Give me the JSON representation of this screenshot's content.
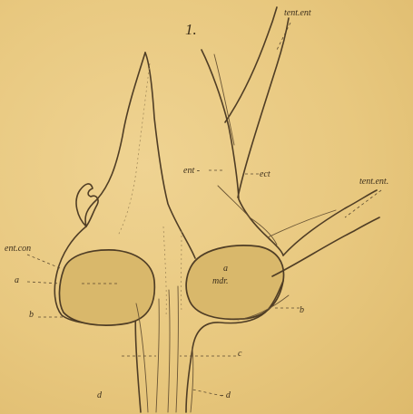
{
  "labels": {
    "figure_number": "1.",
    "tent_ent_top": "tent.ent",
    "ent": "ent -",
    "ect": "ect",
    "tent_ent_right": "tent.ent.",
    "ent_con": "ent.con",
    "a_left": "a",
    "a_right": "a",
    "mdr": "mdr.",
    "b_left": "b",
    "b_right": "b",
    "c": "c",
    "d_left": "d",
    "d_right": "- d"
  },
  "colors": {
    "paper": "#e7c77e",
    "ink": "#4f3d25"
  }
}
